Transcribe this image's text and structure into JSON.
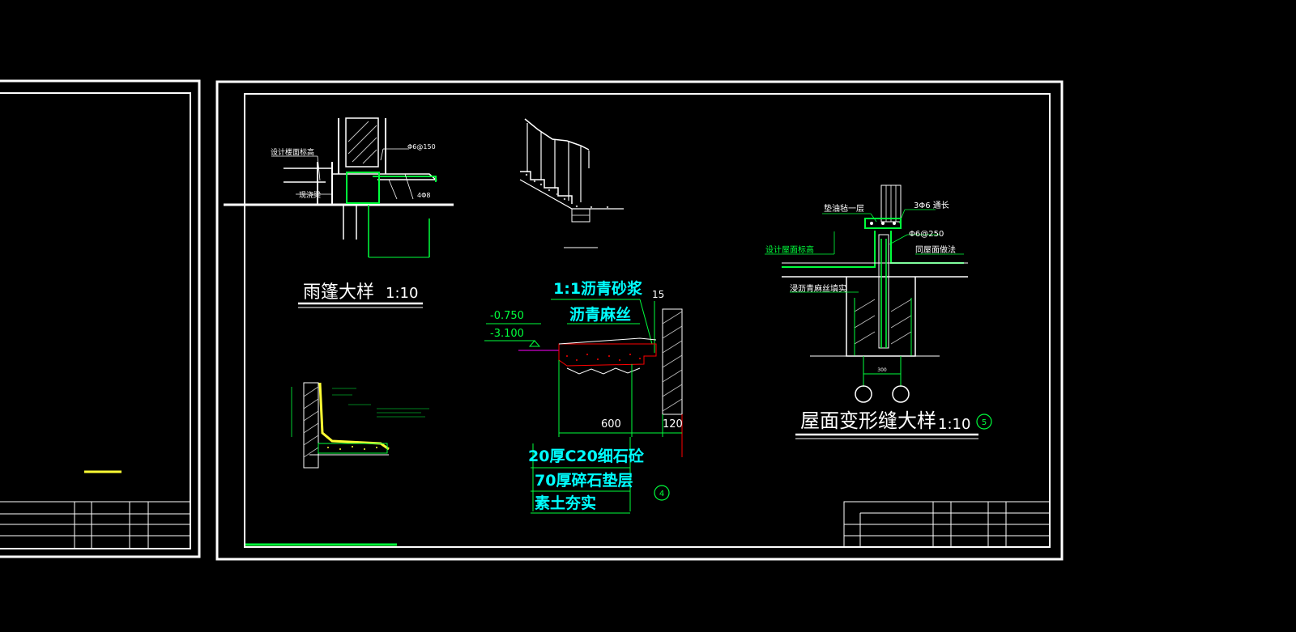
{
  "app": {
    "background": "#000000"
  },
  "colors": {
    "frame": "#ffffff",
    "green": "#00ff3c",
    "cyan": "#00ffff",
    "yellow": "#ffff33",
    "red": "#ff0000",
    "magenta": "#ff00ff",
    "hatch": "#c0c0c0"
  },
  "sheet_left": {
    "highlight": "yellow-underline"
  },
  "sheet_main": {
    "canopy": {
      "title": "雨篷大样",
      "scale": "1:10",
      "labels": [
        "设计楼面标高",
        "现浇梁",
        "Φ6@150",
        "4Φ8"
      ]
    },
    "stair": {},
    "wall_detail": {},
    "step_detail": {
      "materials_top": [
        "1:1沥青砂浆",
        "沥青麻丝"
      ],
      "elev_1": "-0.750",
      "elev_2": "-3.100",
      "dim_top": "15",
      "dim_width": "600",
      "dim_wall": "120",
      "layers": [
        "20厚C20细石砼",
        "70厚碎石垫层",
        "素土夯实"
      ],
      "marker": "4"
    },
    "joint": {
      "title": "屋面变形缝大样",
      "scale": "1:10",
      "marker": "5",
      "labels": [
        "垫油毡一层",
        "3Φ6 通长",
        "Φ6@250",
        "设计屋面标高",
        "同屋面做法",
        "浸沥青麻丝填实",
        "300"
      ]
    }
  }
}
